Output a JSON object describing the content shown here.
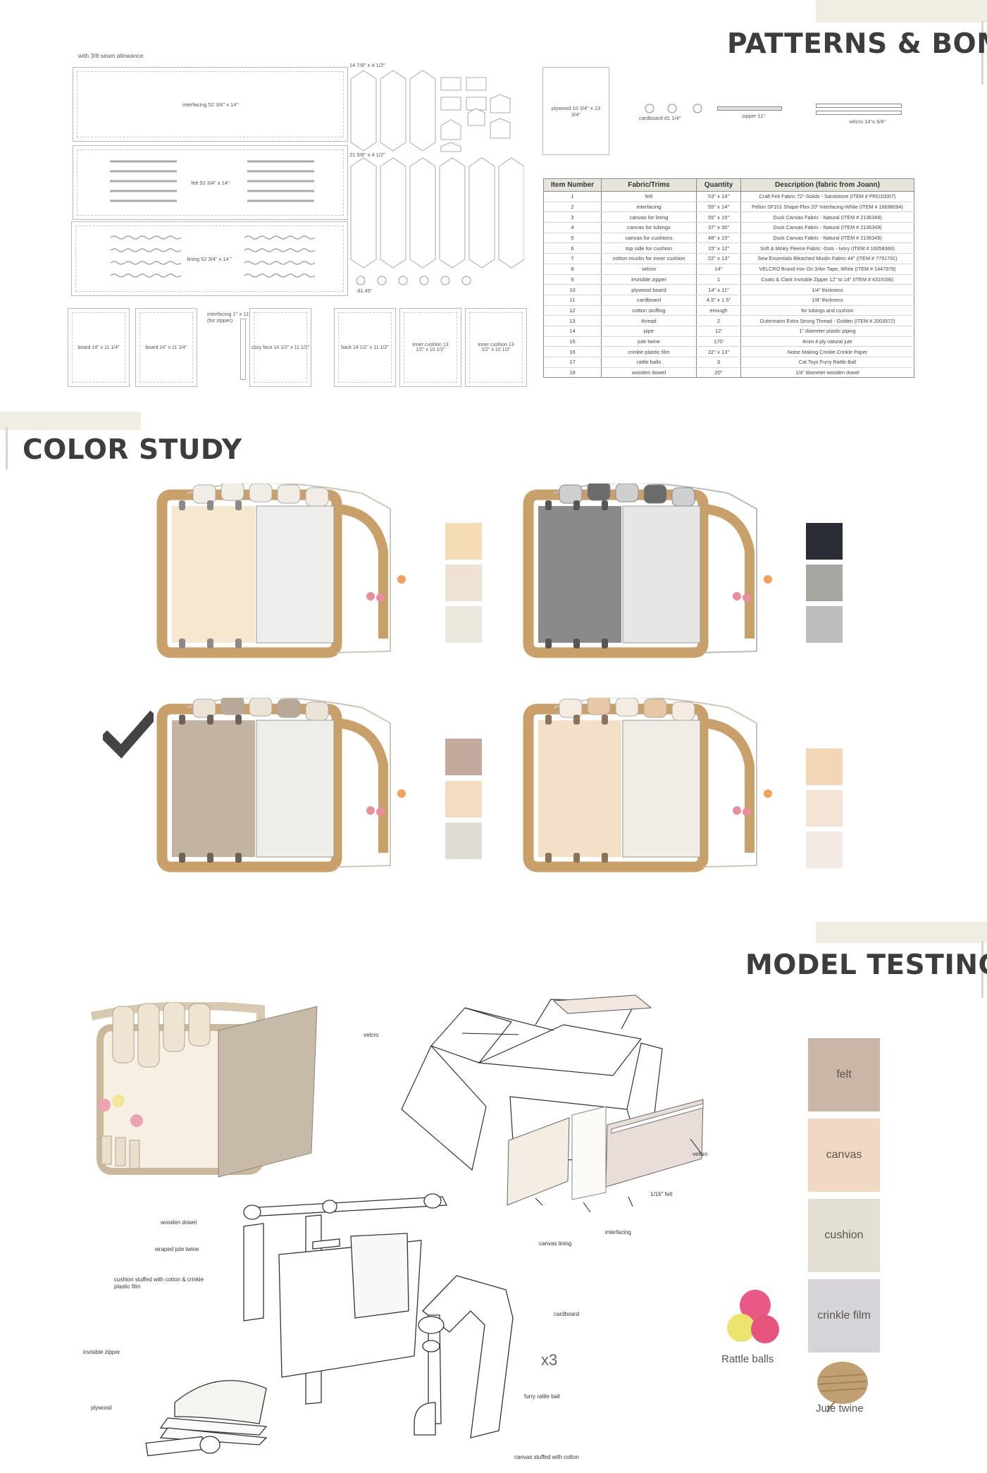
{
  "patterns": {
    "title": "PATTERNS & BOM",
    "seam_note": "with 3/8 seam allowance",
    "pieces": {
      "interfacing": "interfacing 52 3/4\" x 14\"",
      "felt": "felt 52 3/4\" x 14\"",
      "lining": "lining 52 3/4\" x 14 \"",
      "tube_top": "14 7/8\" x 4 1/2\"",
      "tube_bottom": "21 5/8\" x 4 1/2\"",
      "circles": "d1.45\"",
      "board1": "board 14\" x 11 1/4\"",
      "board2": "board 14\" x 11 1/4\"",
      "interfacing_small": "interfacing 1\" x 11\" (for zipper)",
      "cozy_face": "cozy face 14 1/2\" x 11 1/2\"",
      "back": "back 14 1/2\" x 11 1/2\"",
      "inner_cushion1": "inner cushion 13 1/2\" x 10 1/2\"",
      "inner_cushion2": "inner cushion 13 1/2\" x 10 1/2\"",
      "plywood": "plywood 10 3/4\" x 13 3/4\"",
      "cardboard": "cardboard d1 1/4\"",
      "zipper": "zipper 11\"",
      "velcro": "velcro 14\"x 3/4\""
    }
  },
  "bom": {
    "headers": [
      "Item Number",
      "Fabric/Trims",
      "Quantity",
      "Description (fabric from Joann)"
    ],
    "rows": [
      [
        "1",
        "felt",
        "53\" x 14\"",
        "Craft Felt Fabric 72\"-Solids - Sandstone (ITEM # PRD10007)"
      ],
      [
        "2",
        "interfacing",
        "55\" x 14\"",
        "Pellon SF101 Shape-Flex 20\" Interfacing-White (ITEM # 16698094)"
      ],
      [
        "3",
        "canvas for lining",
        "55\" x 15\"",
        "Duck Canvas Fabric - Natural (ITEM # 2136349)"
      ],
      [
        "4",
        "canvas for tubings",
        "37\" x 30\"",
        "Duck Canvas Fabric - Natural (ITEM # 2136349)"
      ],
      [
        "5",
        "canvas for cushions",
        "48\" x 15\"",
        "Duck Canvas Fabric - Natural (ITEM # 2136349)"
      ],
      [
        "6",
        "top side for cushion",
        "15\" x 12\"",
        "Soft & Minky Fleece Fabric -Dots - Ivory (ITEM # 16058366)"
      ],
      [
        "7",
        "cotton muslin for inner cushion",
        "22\" x 13\"",
        "Sew Essentials Bleached Muslin Fabric 44\" (ITEM # 7791791)"
      ],
      [
        "8",
        "velcro",
        "14\"",
        "VELCRO Brand Iron On 3/4in Tape, White (ITEM # 1447978)"
      ],
      [
        "9",
        "invisible zipper",
        "1",
        "Coats & Clark Invisible Zipper 12\" to 14\" (ITEM # 4319166)"
      ],
      [
        "10",
        "plywood board",
        "14\" x 11\"",
        "1/4\" thickness"
      ],
      [
        "11",
        "cardboard",
        "4.5\" x 1.5\"",
        "1/8\" thickness"
      ],
      [
        "12",
        "cotton stuffing",
        "enough",
        "for tubings and cushion"
      ],
      [
        "13",
        "thread",
        "2",
        "Gutermann Extra Strong Thread - Golden (ITEM # 2003572)"
      ],
      [
        "14",
        "pipe",
        "12'",
        "1\" diameter plastic piping"
      ],
      [
        "15",
        "jute twine",
        "170'",
        "4mm 4 ply natural jute"
      ],
      [
        "16",
        "crinkle plastic film",
        "22\" x 13\"",
        "Noise Making Crinkle Crinkle Paper"
      ],
      [
        "17",
        "rattle balls",
        "3",
        "Cat Toys Furry Rattle Ball"
      ],
      [
        "18",
        "wooden dowel",
        "20\"",
        "1/4\" diameter wooden dowel"
      ]
    ]
  },
  "color_study": {
    "title": "COLOR STUDY",
    "variants": [
      {
        "panel": "#f6e8cf",
        "swatches": [
          "#f4ddb5",
          "#f0e2d3",
          "#ece7dc"
        ]
      },
      {
        "panel": "#8a8a8a",
        "swatches": [
          "#2b2d36",
          "#a8a6a1",
          "#bdbdbd"
        ]
      },
      {
        "panel": "#c3b4a2",
        "swatches": [
          "#c2ab9c",
          "#f4dcc2",
          "#e0ddd4"
        ],
        "selected": true
      },
      {
        "panel": "#f4e0c8",
        "swatches": [
          "#f1d7b5",
          "#f4e4d6",
          "#f1ebe3"
        ]
      }
    ]
  },
  "model_testing": {
    "title": "MODEL TESTING",
    "labels": {
      "velcro_top": "velcro",
      "velcro_right": "velcro",
      "felt": "1/16\" felt",
      "interfacing": "interfacing",
      "canvas_lining": "canvas lining",
      "wooden_dowel": "wooden dowel",
      "jute": "wraped jute twine",
      "cushion": "cushion stuffed with cotton & crinkle plastic film",
      "zipper": "invisible zipper",
      "plywood": "plywood",
      "cardboard": "cardboard",
      "rattle": "furry rattle ball",
      "canvas_cotton": "canvas stuffed with cotton",
      "times3": "x3"
    },
    "materials": [
      "felt",
      "canvas",
      "cushion",
      "crinkle film"
    ],
    "rattle_caption": "Rattle balls",
    "jute_caption": "Jute twine"
  }
}
